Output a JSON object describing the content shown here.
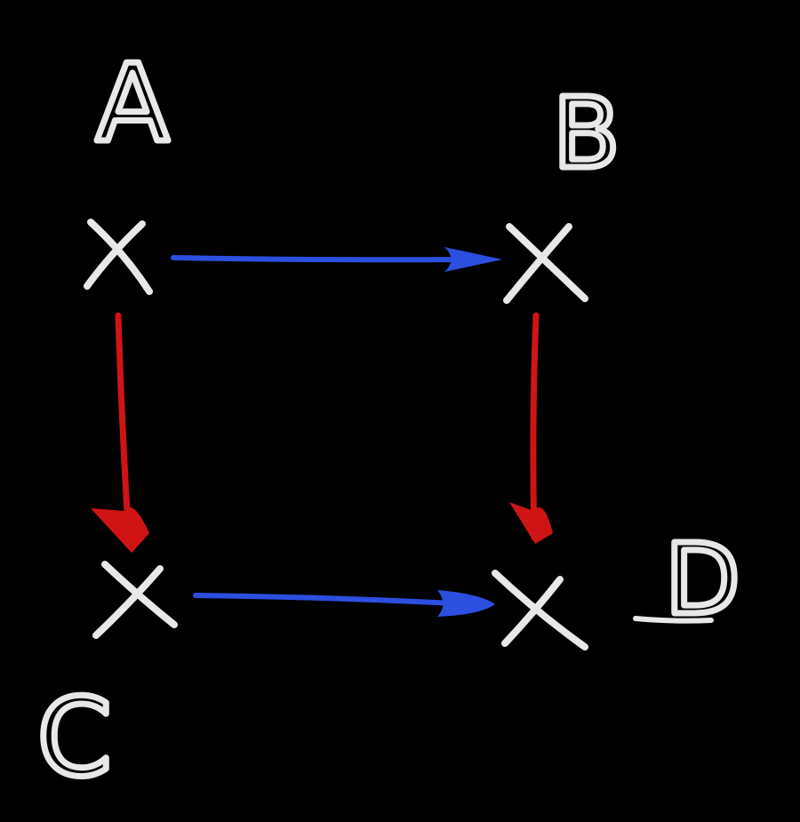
{
  "diagram": {
    "nodes": [
      {
        "id": "A",
        "label": "A"
      },
      {
        "id": "B",
        "label": "B"
      },
      {
        "id": "C",
        "label": "C"
      },
      {
        "id": "D",
        "label": "D"
      }
    ],
    "edges": [
      {
        "from": "A",
        "to": "B",
        "color": "blue"
      },
      {
        "from": "C",
        "to": "D",
        "color": "blue"
      },
      {
        "from": "A",
        "to": "C",
        "color": "red"
      },
      {
        "from": "B",
        "to": "D",
        "color": "red"
      }
    ],
    "colors": {
      "background": "#000000",
      "marks": "#e8e8e8",
      "blue": "#2c4fe0",
      "red": "#d01414"
    }
  }
}
